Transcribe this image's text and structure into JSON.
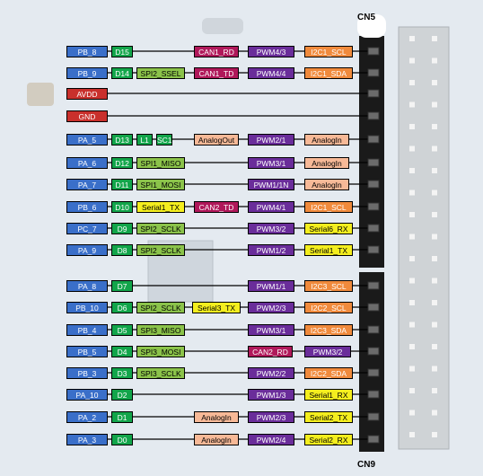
{
  "headers": {
    "top": "CN5",
    "bottom": "CN9"
  },
  "colors": {
    "port": "#3a6fc9",
    "pin": "#12a54a",
    "spi": "#8bc34a",
    "can": "#b0185a",
    "pwm": "#6a2d9a",
    "i2c": "#f08a3c",
    "analog": "#f7b997",
    "serial": "#f4ee1e",
    "power": "#c9302c"
  },
  "rows": [
    {
      "labels": [
        {
          "t": "PB_8",
          "c": "port"
        },
        {
          "t": "D15",
          "c": "pin"
        },
        {
          "t": "CAN1_RD",
          "c": "can"
        },
        {
          "t": "PWM4/3",
          "c": "pwm"
        },
        {
          "t": "I2C1_SCL",
          "c": "i2c"
        }
      ]
    },
    {
      "labels": [
        {
          "t": "PB_9",
          "c": "port"
        },
        {
          "t": "D14",
          "c": "pin"
        },
        {
          "t": "SPI2_SSEL",
          "c": "spi"
        },
        {
          "t": "CAN1_TD",
          "c": "can"
        },
        {
          "t": "PWM4/4",
          "c": "pwm"
        },
        {
          "t": "I2C1_SDA",
          "c": "i2c"
        }
      ]
    },
    {
      "labels": [
        {
          "t": "AVDD",
          "c": "power"
        }
      ]
    },
    {
      "labels": [
        {
          "t": "GND",
          "c": "power"
        }
      ]
    },
    {
      "labels": [
        {
          "t": "PA_5",
          "c": "port"
        },
        {
          "t": "D13",
          "c": "pin"
        },
        {
          "t": "L1",
          "c": "lx"
        },
        {
          "t": "SC1",
          "c": "lx"
        },
        {
          "t": "AnalogOut",
          "c": "analog"
        },
        {
          "t": "PWM2/1",
          "c": "pwm"
        },
        {
          "t": "AnalogIn",
          "c": "analog"
        }
      ]
    },
    {
      "labels": [
        {
          "t": "PA_6",
          "c": "port"
        },
        {
          "t": "D12",
          "c": "pin"
        },
        {
          "t": "SPI1_MISO",
          "c": "spi"
        },
        {
          "t": "PWM3/1",
          "c": "pwm"
        },
        {
          "t": "AnalogIn",
          "c": "analog"
        }
      ]
    },
    {
      "labels": [
        {
          "t": "PA_7",
          "c": "port"
        },
        {
          "t": "D11",
          "c": "pin"
        },
        {
          "t": "SPI1_MOSI",
          "c": "spi"
        },
        {
          "t": "PWM1/1N",
          "c": "pwm"
        },
        {
          "t": "AnalogIn",
          "c": "analog"
        }
      ]
    },
    {
      "labels": [
        {
          "t": "PB_6",
          "c": "port"
        },
        {
          "t": "D10",
          "c": "pin"
        },
        {
          "t": "Serial1_TX",
          "c": "serial"
        },
        {
          "t": "CAN2_TD",
          "c": "can"
        },
        {
          "t": "PWM4/1",
          "c": "pwm"
        },
        {
          "t": "I2C1_SCL",
          "c": "i2c"
        }
      ]
    },
    {
      "labels": [
        {
          "t": "PC_7",
          "c": "port"
        },
        {
          "t": "D9",
          "c": "pin"
        },
        {
          "t": "SPI2_SCLK",
          "c": "spi"
        },
        {
          "t": "PWM3/2",
          "c": "pwm"
        },
        {
          "t": "Serial6_RX",
          "c": "serial"
        }
      ]
    },
    {
      "labels": [
        {
          "t": "PA_9",
          "c": "port"
        },
        {
          "t": "D8",
          "c": "pin"
        },
        {
          "t": "SPI2_SCLK",
          "c": "spi"
        },
        {
          "t": "PWM1/2",
          "c": "pwm"
        },
        {
          "t": "Serial1_TX",
          "c": "serial"
        }
      ]
    },
    {
      "labels": [
        {
          "t": "PA_8",
          "c": "port"
        },
        {
          "t": "D7",
          "c": "pin"
        },
        {
          "t": "PWM1/1",
          "c": "pwm"
        },
        {
          "t": "I2C3_SCL",
          "c": "i2c"
        }
      ]
    },
    {
      "labels": [
        {
          "t": "PB_10",
          "c": "port"
        },
        {
          "t": "D6",
          "c": "pin"
        },
        {
          "t": "SPI2_SCLK",
          "c": "spi"
        },
        {
          "t": "Serial3_TX",
          "c": "serial"
        },
        {
          "t": "PWM2/3",
          "c": "pwm"
        },
        {
          "t": "I2C2_SCL",
          "c": "i2c"
        }
      ]
    },
    {
      "labels": [
        {
          "t": "PB_4",
          "c": "port"
        },
        {
          "t": "D5",
          "c": "pin"
        },
        {
          "t": "SPI3_MISO",
          "c": "spi"
        },
        {
          "t": "PWM3/1",
          "c": "pwm"
        },
        {
          "t": "I2C3_SDA",
          "c": "i2c"
        }
      ]
    },
    {
      "labels": [
        {
          "t": "PB_5",
          "c": "port"
        },
        {
          "t": "D4",
          "c": "pin"
        },
        {
          "t": "SPI3_MOSI",
          "c": "spi"
        },
        {
          "t": "CAN2_RD",
          "c": "can"
        },
        {
          "t": "PWM3/2",
          "c": "pwm"
        }
      ]
    },
    {
      "labels": [
        {
          "t": "PB_3",
          "c": "port"
        },
        {
          "t": "D3",
          "c": "pin"
        },
        {
          "t": "SPI3_SCLK",
          "c": "spi"
        },
        {
          "t": "PWM2/2",
          "c": "pwm"
        },
        {
          "t": "I2C2_SDA",
          "c": "i2c"
        }
      ]
    },
    {
      "labels": [
        {
          "t": "PA_10",
          "c": "port"
        },
        {
          "t": "D2",
          "c": "pin"
        },
        {
          "t": "PWM1/3",
          "c": "pwm"
        },
        {
          "t": "Serial1_RX",
          "c": "serial"
        }
      ]
    },
    {
      "labels": [
        {
          "t": "PA_2",
          "c": "port"
        },
        {
          "t": "D1",
          "c": "pin"
        },
        {
          "t": "AnalogIn",
          "c": "analog"
        },
        {
          "t": "PWM2/3",
          "c": "pwm"
        },
        {
          "t": "Serial2_TX",
          "c": "serial"
        }
      ]
    },
    {
      "labels": [
        {
          "t": "PA_3",
          "c": "port"
        },
        {
          "t": "D0",
          "c": "pin"
        },
        {
          "t": "AnalogIn",
          "c": "analog"
        },
        {
          "t": "PWM2/4",
          "c": "pwm"
        },
        {
          "t": "Serial2_RX",
          "c": "serial"
        }
      ]
    }
  ]
}
